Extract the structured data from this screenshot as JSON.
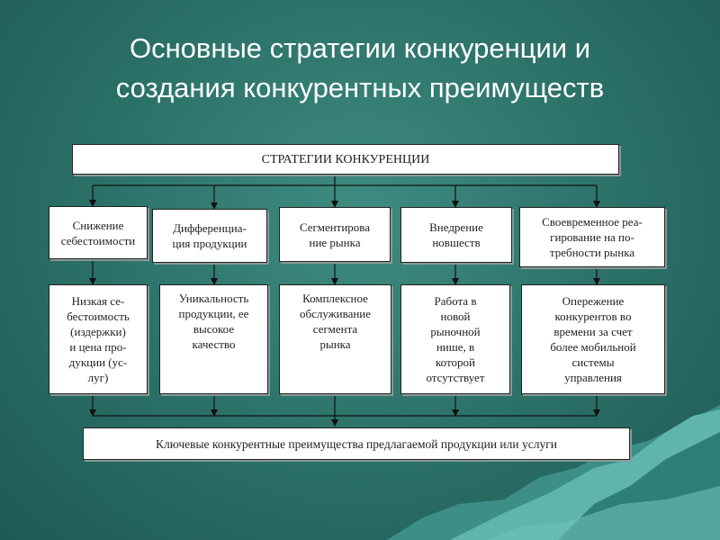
{
  "title": {
    "line1": "Основные стратегии конкуренции и",
    "line2": "создания конкурентных преимуществ"
  },
  "diagram": {
    "top": "СТРАТЕГИИ КОНКУРЕНЦИИ",
    "strategies": [
      "Снижение\nсебестоимости",
      "Дифференциа-\nция продукции",
      "Сегментирова\nние рынка",
      "Внедрение\nновшеств",
      "Своевременное реа-\nгирование на по-\nтребности рынка"
    ],
    "details": [
      "Низкая се-\nбестоимость\n(издержки)\nи цена про-\nдукции (ус-\nлуг)",
      "Уникальность\nпродукции, ее\nвысокое\nкачество",
      "Комплексное\nобслуживание\nсегмента\nрынка",
      "Работа в\nновой\nрыночной\nнише, в\nкоторой\nотсутствует",
      "Опережение\nконкурентов во\nвремени за счет\nболее мобильной\nсистемы\nуправления"
    ],
    "bottom": "Ключевые конкурентные преимущества предлагаемой продукции или услуги"
  },
  "colors": {
    "background": "#2a6f66",
    "box": "#ffffff",
    "line": "#222222",
    "mountain": "#5fb5ae"
  }
}
